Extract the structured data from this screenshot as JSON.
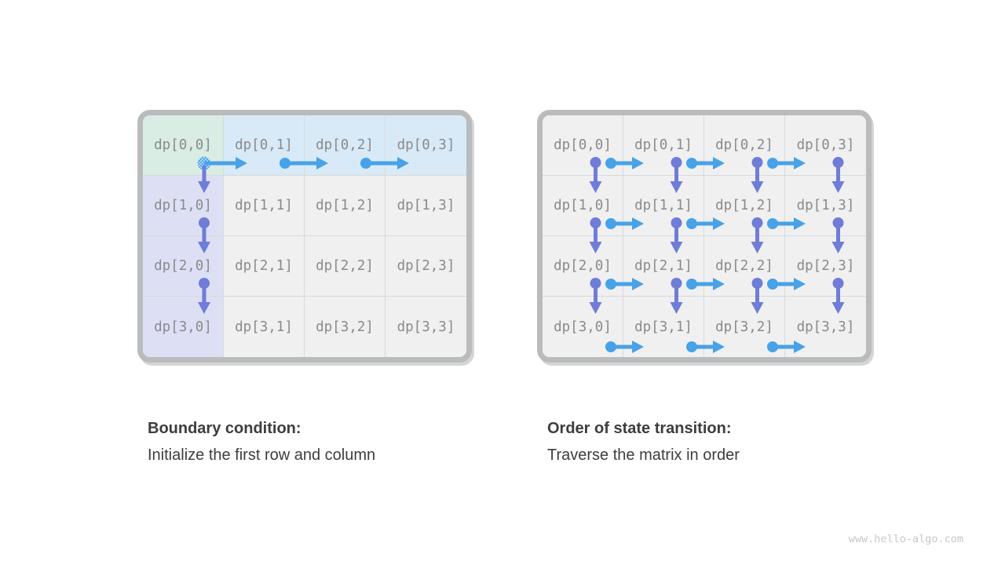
{
  "page": {
    "background": "#ffffff",
    "watermark": "www.hello-algo.com"
  },
  "colors": {
    "blue_arrow": "#47a2e8",
    "purple_arrow": "#6f7cd8",
    "hatch_base": "#54aaea",
    "hatch_dot": "#cde6f9",
    "cell_green": "#d9ede4",
    "cell_blue": "#d8eaf8",
    "cell_lavender": "#dde0f5",
    "cell_gray": "#f0f0f1",
    "frame_border": "#babbbd",
    "frame_shadow": "#d4d5d6",
    "divider": "#d7d9da",
    "label_text": "#8a8a8a",
    "caption_text": "#3d3d3d"
  },
  "panels": [
    {
      "id": "boundary-condition",
      "caption_title": "Boundary condition:",
      "caption_body": "Initialize the first row and column",
      "grid": {
        "rows": 4,
        "cols": 4,
        "labels": [
          [
            "dp[0,0]",
            "dp[0,1]",
            "dp[0,2]",
            "dp[0,3]"
          ],
          [
            "dp[1,0]",
            "dp[1,1]",
            "dp[1,2]",
            "dp[1,3]"
          ],
          [
            "dp[2,0]",
            "dp[2,1]",
            "dp[2,2]",
            "dp[2,3]"
          ],
          [
            "dp[3,0]",
            "dp[3,1]",
            "dp[3,2]",
            "dp[3,3]"
          ]
        ],
        "fill": [
          [
            "green",
            "blue",
            "blue",
            "blue"
          ],
          [
            "lavender",
            "gray",
            "gray",
            "gray"
          ],
          [
            "lavender",
            "gray",
            "gray",
            "gray"
          ],
          [
            "lavender",
            "gray",
            "gray",
            "gray"
          ]
        ]
      },
      "arrows": [
        {
          "dir": "right",
          "row": 0,
          "bcol": 1,
          "color": "blue",
          "dot": "hatched"
        },
        {
          "dir": "right",
          "row": 0,
          "bcol": 2,
          "color": "blue",
          "dot": "solid"
        },
        {
          "dir": "right",
          "row": 0,
          "bcol": 3,
          "color": "blue",
          "dot": "solid"
        },
        {
          "dir": "down",
          "col": 0,
          "brow": 1,
          "color": "purple",
          "dot": "none"
        },
        {
          "dir": "down",
          "col": 0,
          "brow": 2,
          "color": "purple",
          "dot": "solid"
        },
        {
          "dir": "down",
          "col": 0,
          "brow": 3,
          "color": "purple",
          "dot": "solid"
        }
      ]
    },
    {
      "id": "state-transition-order",
      "caption_title": "Order of state transition:",
      "caption_body": "Traverse the matrix in order",
      "grid": {
        "rows": 4,
        "cols": 4,
        "labels": [
          [
            "dp[0,0]",
            "dp[0,1]",
            "dp[0,2]",
            "dp[0,3]"
          ],
          [
            "dp[1,0]",
            "dp[1,1]",
            "dp[1,2]",
            "dp[1,3]"
          ],
          [
            "dp[2,0]",
            "dp[2,1]",
            "dp[2,2]",
            "dp[2,3]"
          ],
          [
            "dp[3,0]",
            "dp[3,1]",
            "dp[3,2]",
            "dp[3,3]"
          ]
        ],
        "fill": [
          [
            "gray",
            "gray",
            "gray",
            "gray"
          ],
          [
            "gray",
            "gray",
            "gray",
            "gray"
          ],
          [
            "gray",
            "gray",
            "gray",
            "gray"
          ],
          [
            "gray",
            "gray",
            "gray",
            "gray"
          ]
        ]
      },
      "arrows": [
        {
          "dir": "down",
          "col": 0,
          "brow": 1,
          "color": "purple",
          "dot": "solid"
        },
        {
          "dir": "right",
          "row": 0,
          "bcol": 1,
          "color": "blue",
          "dot": "solid"
        },
        {
          "dir": "down",
          "col": 1,
          "brow": 1,
          "color": "purple",
          "dot": "solid"
        },
        {
          "dir": "right",
          "row": 0,
          "bcol": 2,
          "color": "blue",
          "dot": "solid"
        },
        {
          "dir": "down",
          "col": 2,
          "brow": 1,
          "color": "purple",
          "dot": "solid"
        },
        {
          "dir": "right",
          "row": 0,
          "bcol": 3,
          "color": "blue",
          "dot": "solid"
        },
        {
          "dir": "down",
          "col": 3,
          "brow": 1,
          "color": "purple",
          "dot": "solid"
        },
        {
          "dir": "down",
          "col": 0,
          "brow": 2,
          "color": "purple",
          "dot": "solid"
        },
        {
          "dir": "right",
          "row": 1,
          "bcol": 1,
          "color": "blue",
          "dot": "solid"
        },
        {
          "dir": "down",
          "col": 1,
          "brow": 2,
          "color": "purple",
          "dot": "solid"
        },
        {
          "dir": "right",
          "row": 1,
          "bcol": 2,
          "color": "blue",
          "dot": "solid"
        },
        {
          "dir": "down",
          "col": 2,
          "brow": 2,
          "color": "purple",
          "dot": "solid"
        },
        {
          "dir": "right",
          "row": 1,
          "bcol": 3,
          "color": "blue",
          "dot": "solid"
        },
        {
          "dir": "down",
          "col": 3,
          "brow": 2,
          "color": "purple",
          "dot": "solid"
        },
        {
          "dir": "down",
          "col": 0,
          "brow": 3,
          "color": "purple",
          "dot": "solid"
        },
        {
          "dir": "right",
          "row": 2,
          "bcol": 1,
          "color": "blue",
          "dot": "solid"
        },
        {
          "dir": "down",
          "col": 1,
          "brow": 3,
          "color": "purple",
          "dot": "solid"
        },
        {
          "dir": "right",
          "row": 2,
          "bcol": 2,
          "color": "blue",
          "dot": "solid"
        },
        {
          "dir": "down",
          "col": 2,
          "brow": 3,
          "color": "purple",
          "dot": "solid"
        },
        {
          "dir": "right",
          "row": 2,
          "bcol": 3,
          "color": "blue",
          "dot": "solid"
        },
        {
          "dir": "down",
          "col": 3,
          "brow": 3,
          "color": "purple",
          "dot": "solid"
        },
        {
          "dir": "right",
          "row": 3,
          "bcol": 1,
          "color": "blue",
          "dot": "solid"
        },
        {
          "dir": "right",
          "row": 3,
          "bcol": 2,
          "color": "blue",
          "dot": "solid"
        },
        {
          "dir": "right",
          "row": 3,
          "bcol": 3,
          "color": "blue",
          "dot": "solid"
        }
      ]
    }
  ]
}
